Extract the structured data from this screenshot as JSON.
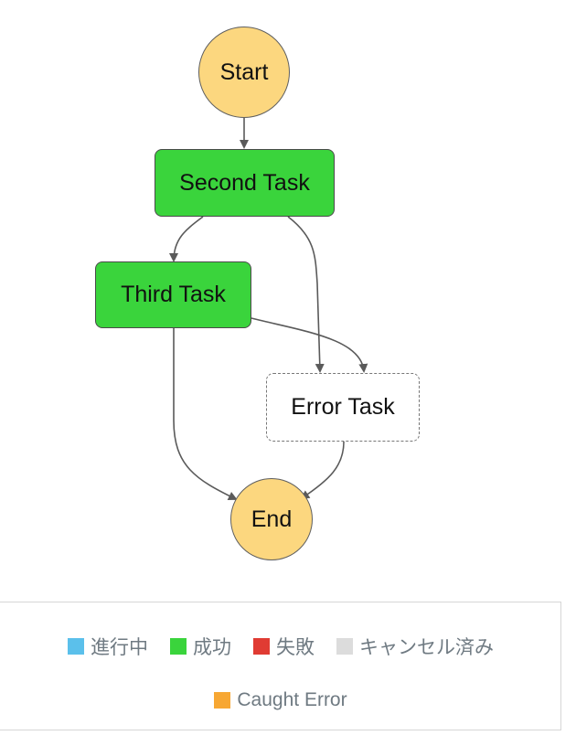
{
  "colors": {
    "circle_fill": "#fcd77f",
    "succeeded_fill": "#3ad43c",
    "pending_fill": "#ffffff",
    "edge": "#5a5a5a"
  },
  "nodes": {
    "start": {
      "label": "Start",
      "status": "start"
    },
    "second": {
      "label": "Second Task",
      "status": "succeeded"
    },
    "third": {
      "label": "Third Task",
      "status": "succeeded"
    },
    "error": {
      "label": "Error Task",
      "status": "not-run"
    },
    "end": {
      "label": "End",
      "status": "end"
    }
  },
  "edges": [
    {
      "from": "Start",
      "to": "Second Task"
    },
    {
      "from": "Second Task",
      "to": "Third Task"
    },
    {
      "from": "Second Task",
      "to": "Error Task"
    },
    {
      "from": "Third Task",
      "to": "Error Task"
    },
    {
      "from": "Third Task",
      "to": "End"
    },
    {
      "from": "Error Task",
      "to": "End"
    }
  ],
  "legend": {
    "items": [
      {
        "label": "進行中",
        "color": "#5bc0eb"
      },
      {
        "label": "成功",
        "color": "#3ad43c"
      },
      {
        "label": "失敗",
        "color": "#e03b33"
      },
      {
        "label": "キャンセル済み",
        "color": "#dcdcdc"
      },
      {
        "label": "Caught Error",
        "color": "#f7a733"
      }
    ]
  }
}
